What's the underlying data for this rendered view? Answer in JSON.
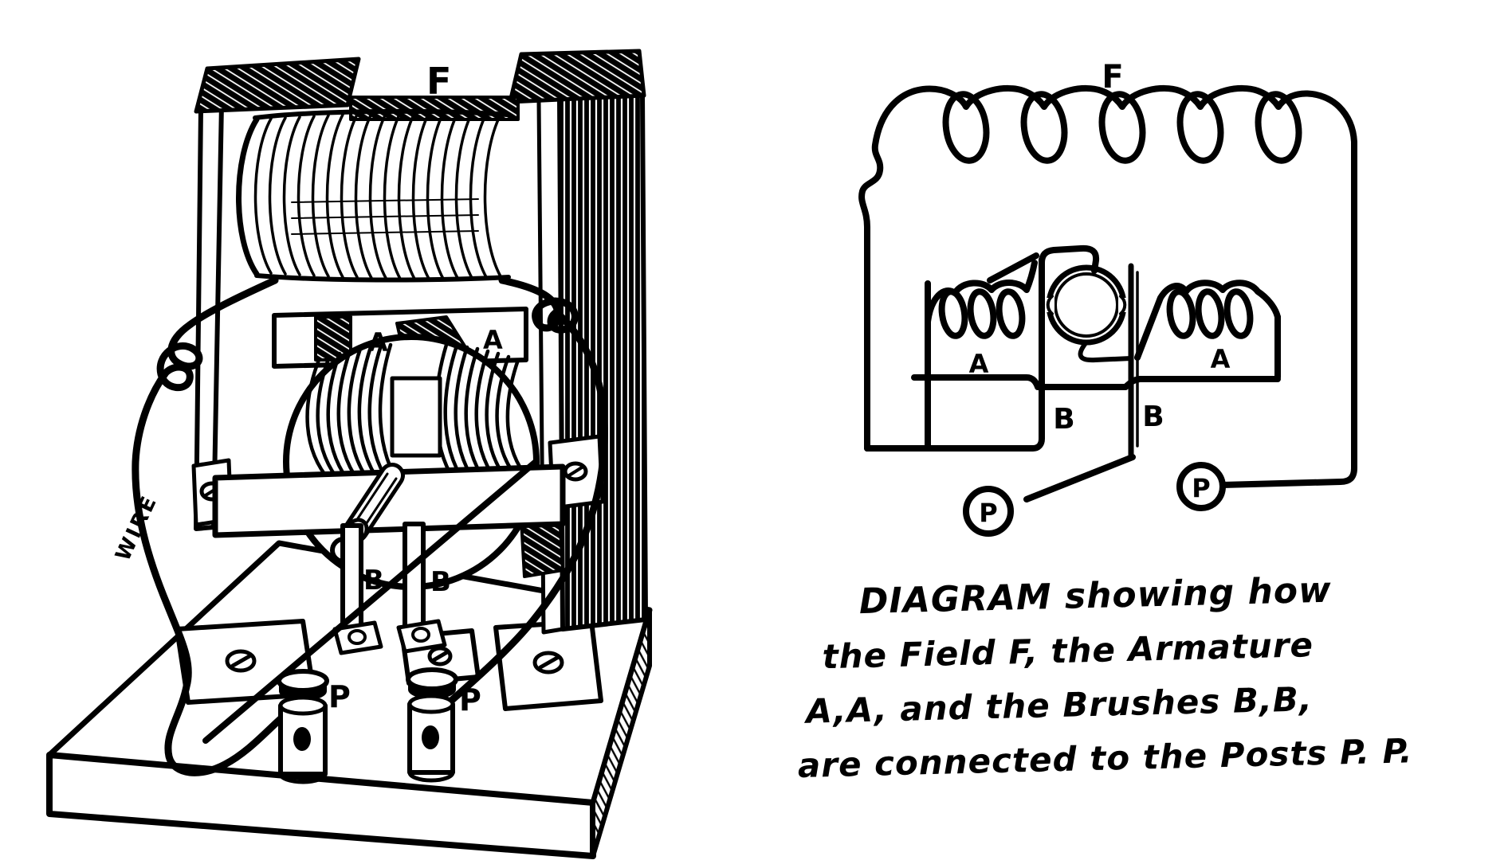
{
  "left_illustration": {
    "labels": {
      "f": "F",
      "a1": "A",
      "a2": "A",
      "b1": "B",
      "b2": "B",
      "p1": "P",
      "p2": "P",
      "wire": "WIRE"
    }
  },
  "right_diagram": {
    "labels": {
      "f": "F",
      "a1": "A",
      "a2": "A",
      "b1": "B",
      "b2": "B",
      "p1": "P",
      "p2": "P"
    }
  },
  "caption": {
    "line1": "DIAGRAM showing how",
    "line2": "the Field F, the Armature",
    "line3": "A,A, and the Brushes B,B,",
    "line4": "are connected to the Posts P. P."
  },
  "colors": {
    "ink": "#000000",
    "paper": "#ffffff"
  }
}
